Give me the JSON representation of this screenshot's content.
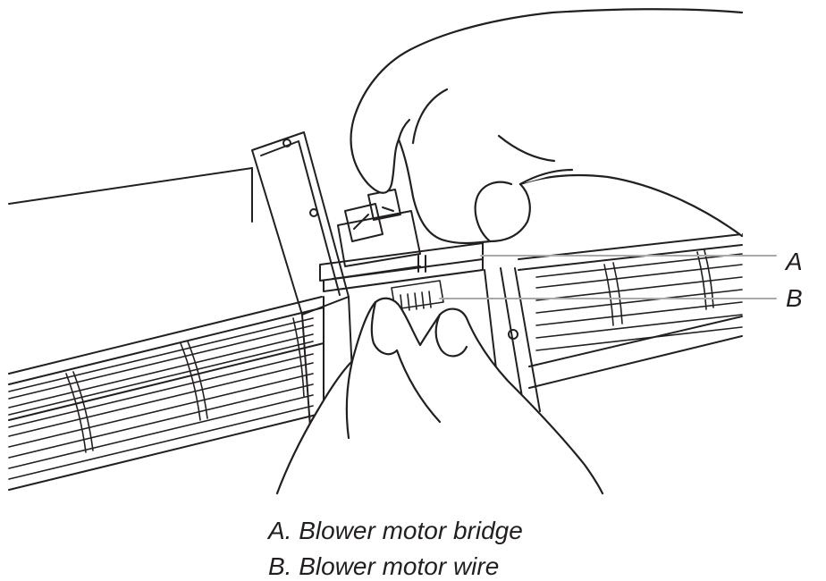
{
  "callouts": {
    "a": "A",
    "b": "B"
  },
  "legend": {
    "items": [
      "A. Blower motor bridge",
      "B. Blower motor wire"
    ]
  },
  "colors": {
    "line": "#231f20",
    "leader": "#a7a9ac",
    "background": "#ffffff"
  }
}
